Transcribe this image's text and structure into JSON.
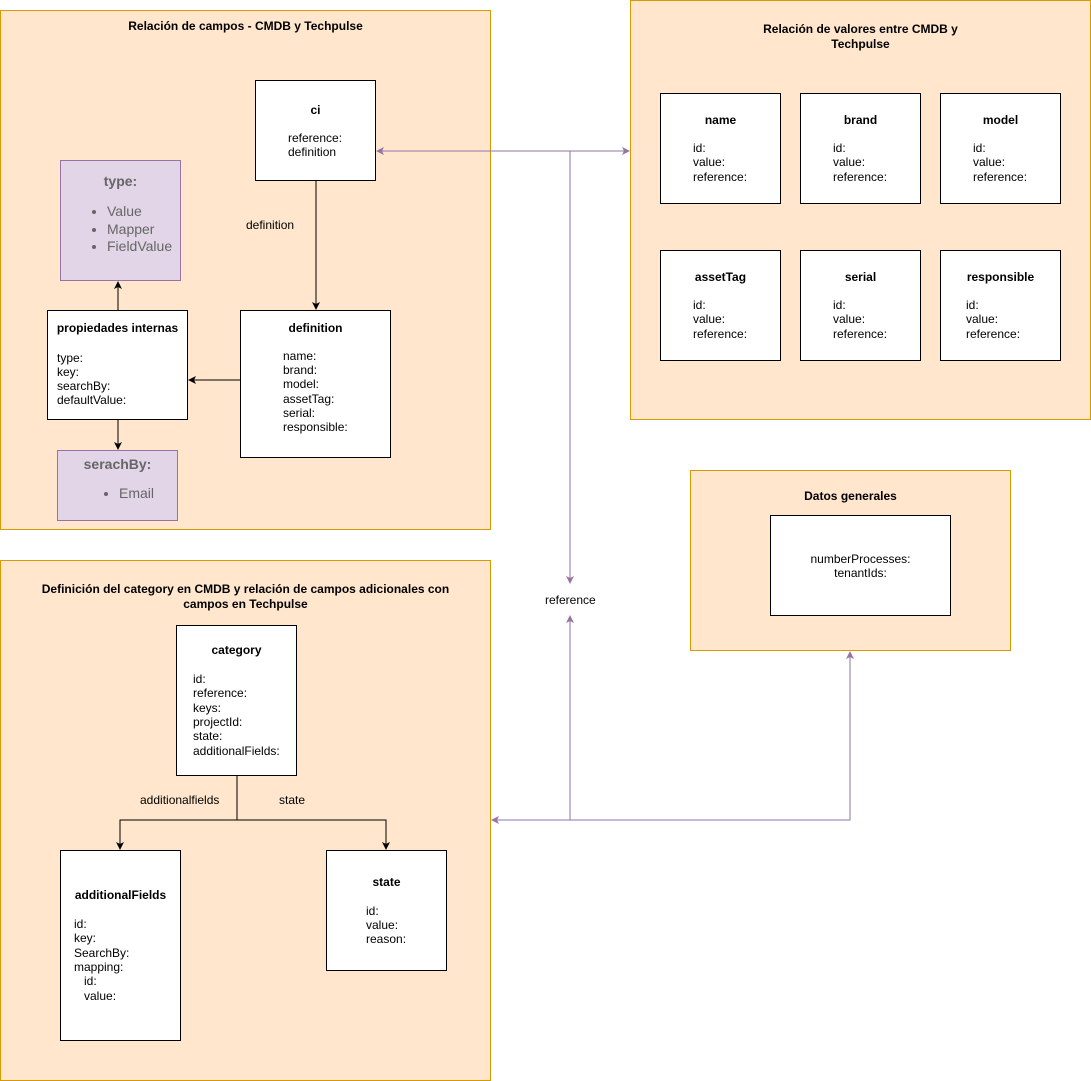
{
  "panels": {
    "campos": {
      "title": "Relación de campos - CMDB y Techpulse"
    },
    "valores": {
      "title_line1": "Relación de valores entre CMDB y",
      "title_line2": "Techpulse"
    },
    "category": {
      "title_line1": "Definición del category en CMDB y relación de campos adicionales con",
      "title_line2": "campos en Techpulse"
    },
    "datos": {
      "title": "Datos generales"
    }
  },
  "boxes": {
    "ci": {
      "title": "ci",
      "fields": [
        "reference:",
        "definition"
      ]
    },
    "definition": {
      "title": "definition",
      "fields": [
        "name:",
        "brand:",
        "model:",
        "assetTag:",
        "serial:",
        "responsible:"
      ]
    },
    "propiedades": {
      "title": "propiedades internas",
      "fields": [
        "type:",
        "key:",
        "searchBy:",
        "defaultValue:"
      ]
    },
    "type": {
      "title": "type:",
      "items": [
        "Value",
        "Mapper",
        "FieldValue"
      ]
    },
    "searchby": {
      "title": "serachBy:",
      "items": [
        "Email"
      ]
    },
    "name": {
      "title": "name",
      "fields": [
        "id:",
        "value:",
        "reference:"
      ]
    },
    "brand": {
      "title": "brand",
      "fields": [
        "id:",
        "value:",
        "reference:"
      ]
    },
    "model": {
      "title": "model",
      "fields": [
        "id:",
        "value:",
        "reference:"
      ]
    },
    "assetTag": {
      "title": "assetTag",
      "fields": [
        "id:",
        "value:",
        "reference:"
      ]
    },
    "serial": {
      "title": "serial",
      "fields": [
        "id:",
        "value:",
        "reference:"
      ]
    },
    "responsible": {
      "title": "responsible",
      "fields": [
        "id:",
        "value:",
        "reference:"
      ]
    },
    "category": {
      "title": "category",
      "fields": [
        "id:",
        "reference:",
        "keys:",
        "projectId:",
        "state:",
        "additionalFields:"
      ]
    },
    "additionalFields": {
      "title": "additionalFields",
      "fields": [
        "id:",
        "key:",
        "SearchBy:",
        "mapping:",
        "   id:",
        "   value:"
      ]
    },
    "state": {
      "title": "state",
      "fields": [
        "id:",
        "value:",
        "reason:"
      ]
    },
    "datos": {
      "fields": [
        "numberProcesses:",
        "tenantIds:"
      ]
    }
  },
  "edge_labels": {
    "definition": "definition",
    "additionalfields": "additionalfields",
    "state": "state",
    "reference": "reference"
  },
  "colors": {
    "panel_fill": "#ffe6cc",
    "panel_border": "#d79b00",
    "lilac_fill": "#e1d5e7",
    "lilac_border": "#9673a6",
    "purple_edge": "#9673a6"
  }
}
